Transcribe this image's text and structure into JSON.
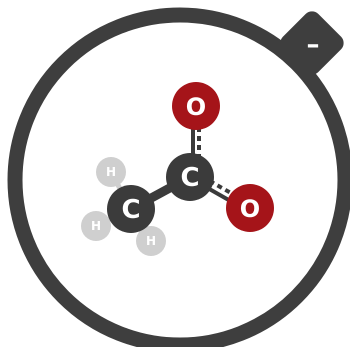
{
  "badge": {
    "charge_symbol": "–"
  },
  "atoms": {
    "carbon_carboxyl": {
      "symbol": "C"
    },
    "carbon_methyl": {
      "symbol": "C"
    },
    "oxygen_top": {
      "symbol": "O"
    },
    "oxygen_right": {
      "symbol": "O"
    },
    "hydrogen_top": {
      "symbol": "H"
    },
    "hydrogen_left": {
      "symbol": "H"
    },
    "hydrogen_bottom": {
      "symbol": "H"
    }
  },
  "colors": {
    "ring": "#3e3e3e",
    "carbon": "#3b3b3b",
    "oxygen": "#a51419",
    "hydrogen": "#cfcfcf",
    "label_light": "#ffffff"
  }
}
